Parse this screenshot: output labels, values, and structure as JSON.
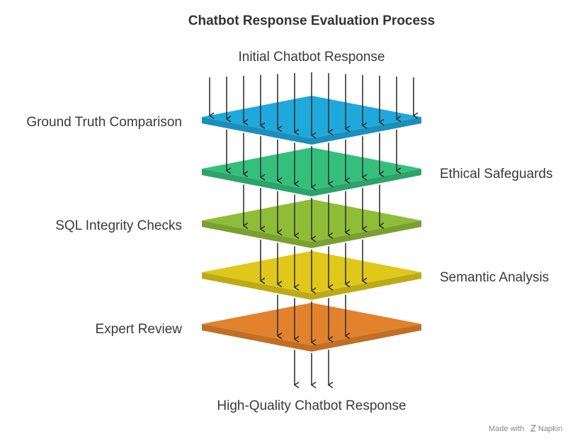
{
  "title": "Chatbot Response Evaluation Process",
  "input_label": "Initial Chatbot Response",
  "output_label": "High-Quality Chatbot Response",
  "layers": [
    {
      "label": "Ground Truth Comparison",
      "side": "left",
      "color": "#1FA8DC",
      "arrows": 13
    },
    {
      "label": "Ethical Safeguards",
      "side": "right",
      "color": "#34C07B",
      "arrows": 11
    },
    {
      "label": "SQL Integrity Checks",
      "side": "left",
      "color": "#8FBD38",
      "arrows": 9
    },
    {
      "label": "Semantic Analysis",
      "side": "right",
      "color": "#DFC81A",
      "arrows": 7
    },
    {
      "label": "Expert Review",
      "side": "left",
      "color": "#E2822C",
      "arrows": 5
    }
  ],
  "output_arrows": 3,
  "footer": {
    "made_with": "Made with",
    "brand": "Napkin",
    "brand_icon": "napkin-logo-icon"
  }
}
